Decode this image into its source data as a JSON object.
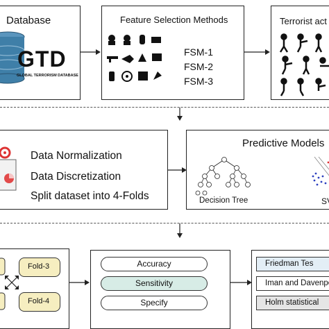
{
  "top": {
    "database_title": "Database",
    "gtd_logo": "GTD",
    "gtd_subtitle": "GLOBAL TERRORISM DATABASE",
    "feature_title": "Feature Selection Methods",
    "fsm": [
      "FSM-1",
      "FSM-2",
      "FSM-3"
    ],
    "terrorist_title": "Terrorist act"
  },
  "middle": {
    "preprocess_steps": [
      "Data Normalization",
      "Data Discretization",
      "Split dataset into 4-Folds"
    ],
    "predictive_title": "Predictive Models",
    "decision_tree_label": "Decision Tree",
    "svm_label_partial": "SV"
  },
  "bottom": {
    "folds": [
      "Fold-3",
      "Fold-4"
    ],
    "metrics": [
      "Accuracy",
      "Sensitivity",
      "Specify"
    ],
    "tests": [
      "Friedman Tes",
      "Iman and Davenpo",
      "Holm statistical"
    ]
  },
  "colors": {
    "metric_fill_1": "#ffffff",
    "metric_fill_2": "#d7ece6",
    "metric_fill_3": "#ffffff",
    "test_fill_1": "#e3eef6",
    "test_fill_2": "#ffffff",
    "test_fill_3": "#e5e5e5",
    "fold_fill": "#f6eec0",
    "database_blue": "#3f7fa8"
  },
  "icons": [
    "database-icon",
    "terrorist-icon",
    "gun-icon",
    "plane-icon",
    "target-icon",
    "stick-figure-icon",
    "computer-gear-icon",
    "cross-arrows-icon"
  ]
}
